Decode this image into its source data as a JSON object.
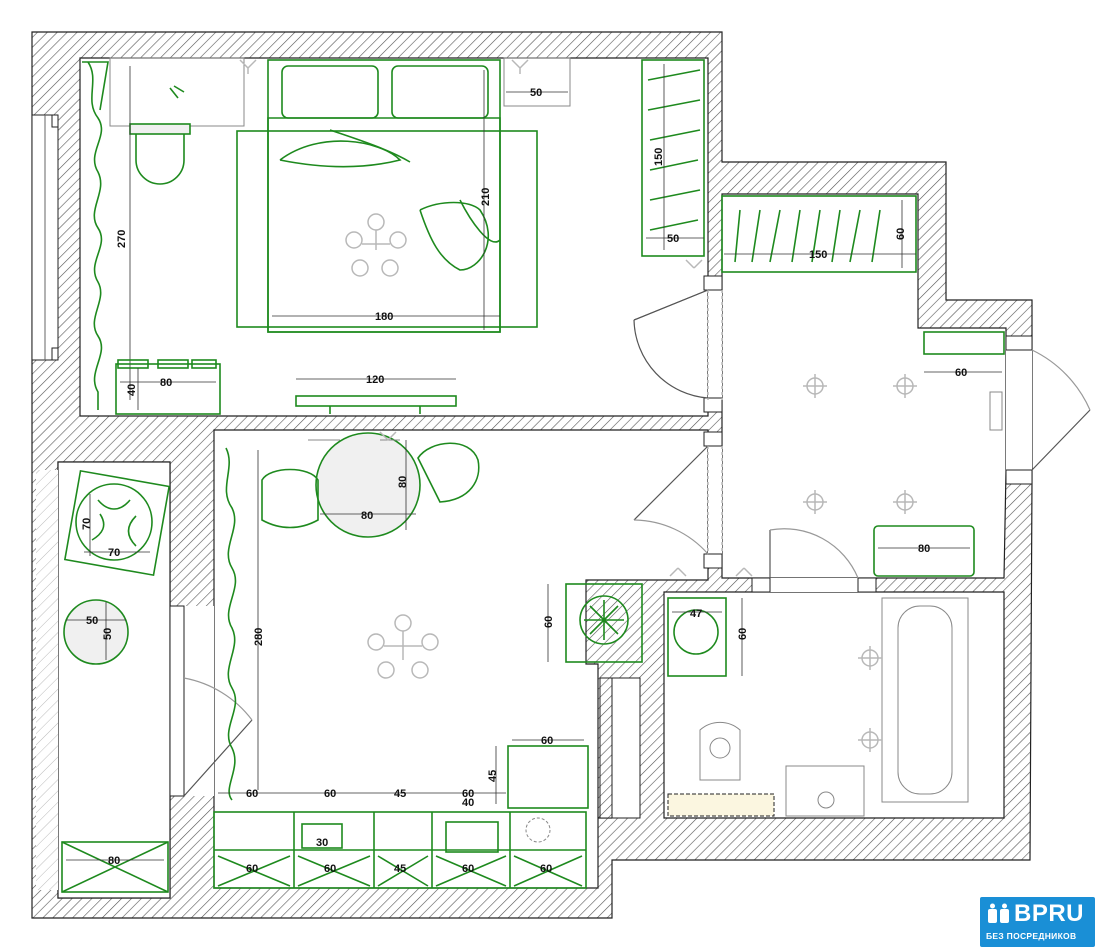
{
  "plan": {
    "dims": {
      "d50_top": "50",
      "d270": "270",
      "d210": "210",
      "d180": "180",
      "d150_v": "150",
      "d50_mid": "50",
      "d150_h": "150",
      "d60_wardrobe": "60",
      "d40": "40",
      "d80_desk": "80",
      "d120": "120",
      "d60_hall": "60",
      "d80_table": "80",
      "d80_table_v": "80",
      "d70_v": "70",
      "d70_h": "70",
      "d80_bench": "80",
      "d50_v": "50",
      "d50_h": "50",
      "d60_washer": "60",
      "d280": "280",
      "d47": "47",
      "d60_bath": "60",
      "d60_fridge": "60",
      "d45_v": "45",
      "k60_a": "60",
      "k60_b": "60",
      "k45": "45",
      "k60_c": "60",
      "k40": "40",
      "d30": "30",
      "b60_a": "60",
      "b60_b": "60",
      "b45": "45",
      "b60_c": "60",
      "b60_d": "60",
      "d80_balcony": "80"
    }
  },
  "logo": {
    "main": "BPRU",
    "sub": "БЕЗ ПОСРЕДНИКОВ",
    "color": "#1a8fd6"
  },
  "colors": {
    "furniture": "#1e8a1e",
    "wall_hatch": "#555555",
    "background": "#ffffff"
  }
}
